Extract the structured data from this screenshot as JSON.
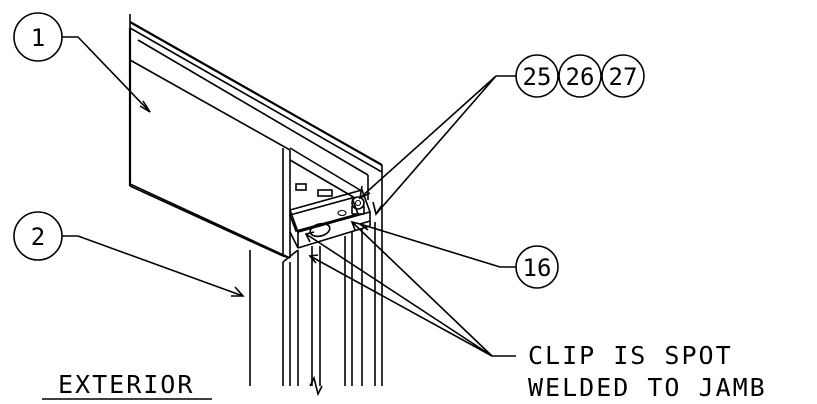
{
  "callouts": {
    "c1": "1",
    "c2": "2",
    "c16": "16",
    "c25": "25",
    "c26": "26",
    "c27": "27"
  },
  "labels": {
    "exterior": "EXTERIOR",
    "note_line1": "CLIP IS SPOT",
    "note_line2": "WELDED TO JAMB"
  }
}
